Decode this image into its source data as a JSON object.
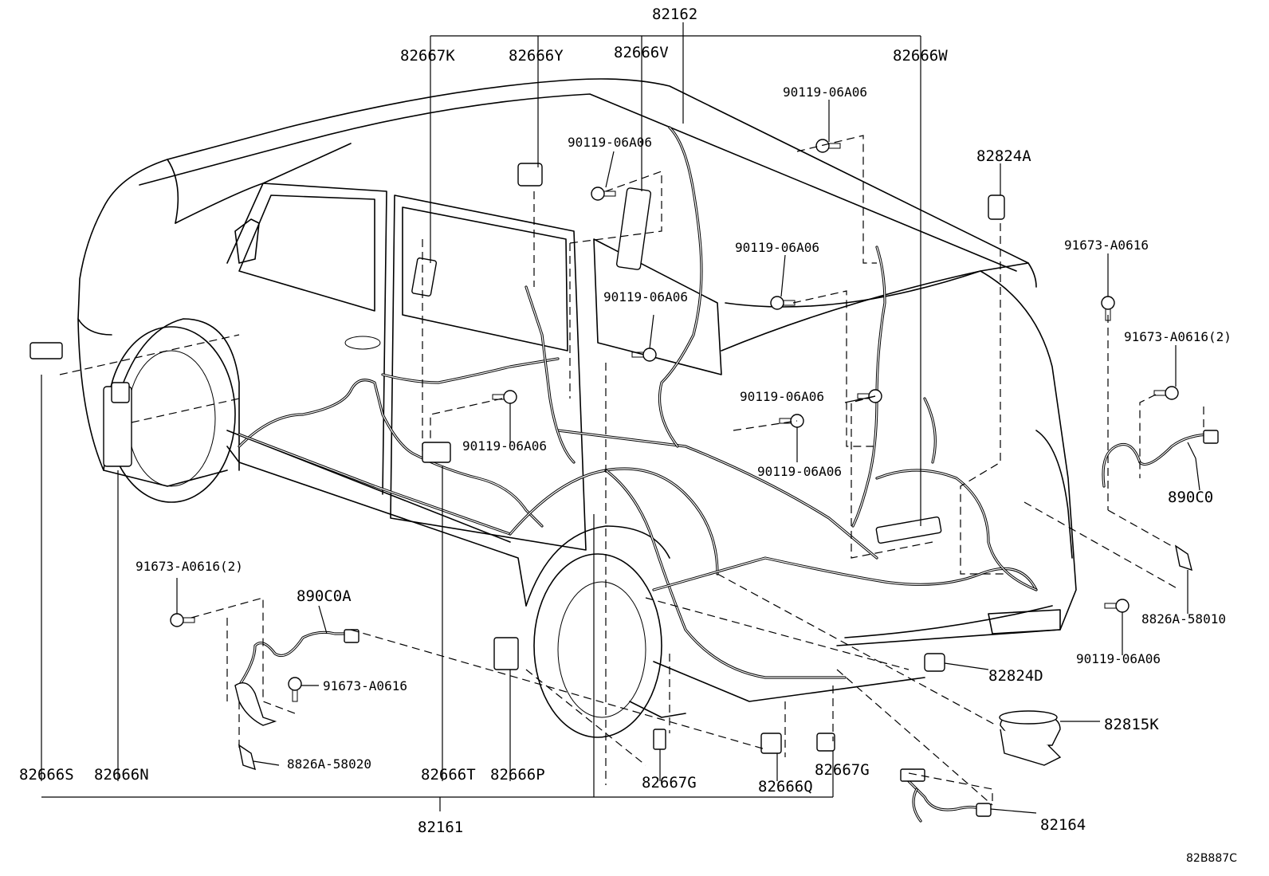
{
  "labels": {
    "p82162": "82162",
    "p82667K": "82667K",
    "p82666Y": "82666Y",
    "p82666V": "82666V",
    "p82666W": "82666W",
    "bolt_top_right": "90119-06A06",
    "bolt_mid_left": "90119-06A06",
    "p82824A": "82824A",
    "bolt_mid_right_a": "90119-06A06",
    "p91673_A0616_top": "91673-A0616",
    "bolt_center": "90119-06A06",
    "p91673_A0616_2_right": "91673-A0616(2)",
    "bolt_right_mid": "90119-06A06",
    "bolt_lower_left": "90119-06A06",
    "bolt_lower_center": "90119-06A06",
    "p890C0": "890C0",
    "p91673_A0616_2_left": "91673-A0616(2)",
    "p890C0A": "890C0A",
    "p8826A_58010": "8826A-58010",
    "bolt_lower_right": "90119-06A06",
    "p91673_A0616_left": "91673-A0616",
    "p82824D": "82824D",
    "p82815K": "82815K",
    "p8826A_58020": "8826A-58020",
    "p82666S": "82666S",
    "p82666N": "82666N",
    "p82666T": "82666T",
    "p82666P": "82666P",
    "p82667G_left": "82667G",
    "p82666Q": "82666Q",
    "p82667G_right": "82667G",
    "p82164": "82164",
    "p82161": "82161",
    "figure_ref": "82B887C"
  },
  "icons": [
    "bolt-icon",
    "clip-icon",
    "connector-icon",
    "sensor-icon",
    "speaker-icon",
    "bracket-icon",
    "relay-icon",
    "wire-harness-icon"
  ]
}
